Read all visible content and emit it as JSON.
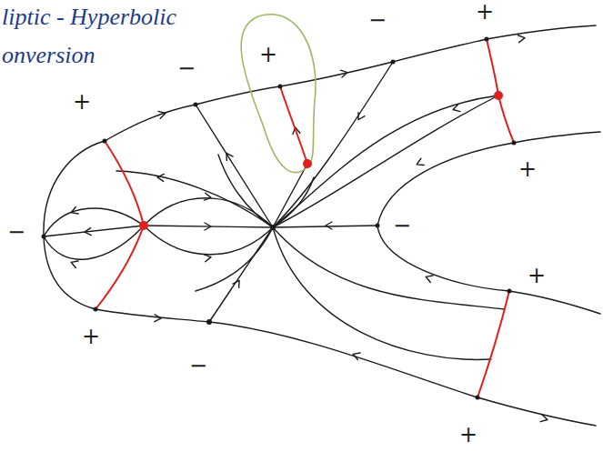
{
  "diagram": {
    "title": "liptic - Hyperbolic onversion",
    "labels": [
      "+",
      "−",
      "−",
      "+",
      "+",
      "+",
      "−",
      "−",
      "+",
      "+",
      "−",
      "+"
    ]
  }
}
